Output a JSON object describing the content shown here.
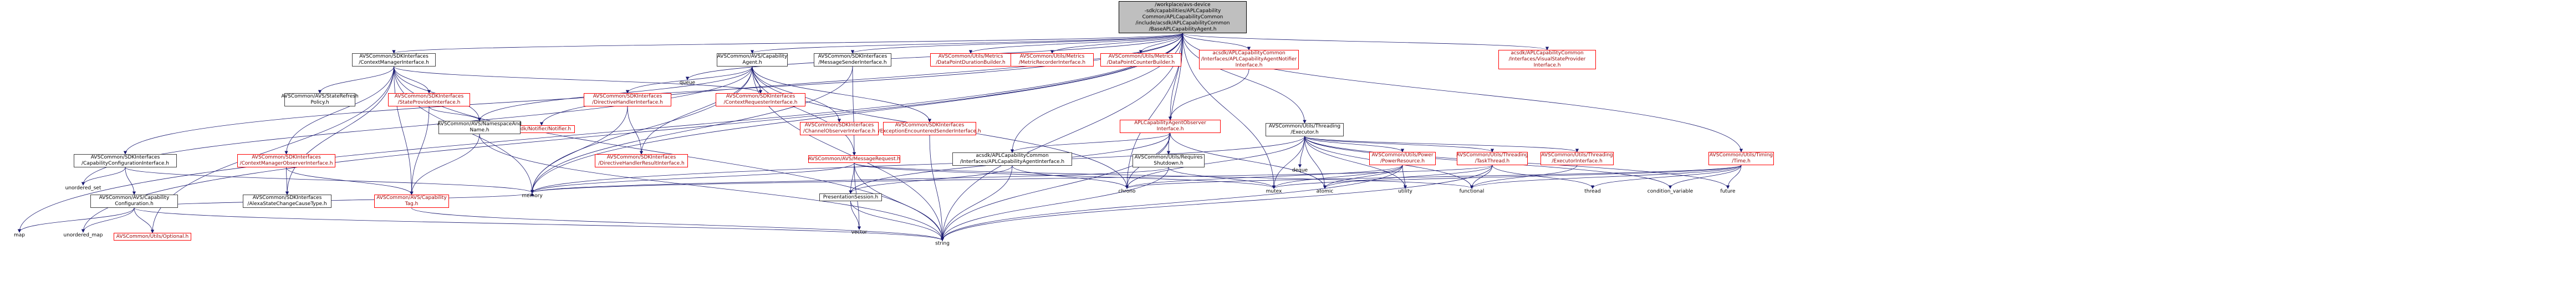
{
  "colors": {
    "edge": "#191970",
    "border_documented": "#404040",
    "border_missing": "#ff0000",
    "text_missing": "#9a0000",
    "root_fill": "#bfbfbf"
  },
  "root": {
    "id": "root",
    "label": "/workplace/avs-device\n-sdk/capabilities/APLCapability\nCommon/APLCapabilityCommon\n/include/acsdk/APLCapabilityCommon\n/BaseAPLCapabilityAgent.h"
  },
  "header_nodes": [
    {
      "id": "ctxmgr",
      "kind": "doc",
      "label": "AVSCommon/SDKInterfaces\n/ContextManagerInterface.h"
    },
    {
      "id": "capagent",
      "kind": "doc",
      "label": "AVSCommon/AVS/Capability\nAgent.h"
    },
    {
      "id": "msgsender",
      "kind": "doc",
      "label": "AVSCommon/SDKInterfaces\n/MessageSenderInterface.h"
    },
    {
      "id": "dpduration",
      "kind": "missing",
      "label": "AVSCommon/Utils/Metrics\n/DataPointDurationBuilder.h"
    },
    {
      "id": "metricrec",
      "kind": "missing",
      "label": "AVSCommon/Utils/Metrics\n/MetricRecorderInterface.h"
    },
    {
      "id": "dpcounter",
      "kind": "missing",
      "label": "AVSCommon/Utils/Metrics\n/DataPointCounterBuilder.h"
    },
    {
      "id": "aplnotifier",
      "kind": "missing",
      "label": "acsdk/APLCapabilityCommon\n/Interfaces/APLCapabilityAgentNotifier\nInterface.h"
    },
    {
      "id": "visualstate",
      "kind": "missing",
      "label": "acsdk/APLCapabilityCommon\n/Interfaces/VisualStateProvider\nInterface.h"
    },
    {
      "id": "capconfigif",
      "kind": "doc",
      "label": "AVSCommon/SDKInterfaces\n/CapabilityConfigurationInterface.h"
    },
    {
      "id": "staterefresh",
      "kind": "doc",
      "label": "AVSCommon/AVS/StateRefresh\nPolicy.h"
    },
    {
      "id": "stateprovider",
      "kind": "missing",
      "label": "AVSCommon/SDKInterfaces\n/StateProviderInterface.h"
    },
    {
      "id": "notifier",
      "kind": "missing",
      "label": "acsdk/Notifier/Notifier.h"
    },
    {
      "id": "directivehandler",
      "kind": "missing",
      "label": "AVSCommon/SDKInterfaces\n/DirectiveHandlerInterface.h"
    },
    {
      "id": "ctxrequester",
      "kind": "missing",
      "label": "AVSCommon/SDKInterfaces\n/ContextRequesterInterface.h"
    },
    {
      "id": "chanobserver",
      "kind": "missing",
      "label": "AVSCommon/SDKInterfaces\n/ChannelObserverInterface.h"
    },
    {
      "id": "excsender",
      "kind": "missing",
      "label": "AVSCommon/SDKInterfaces\n/ExceptionEncounteredSenderInterface.h"
    },
    {
      "id": "aplobserver",
      "kind": "missing",
      "label": "APLCapabilityAgentObserver\nInterface.h"
    },
    {
      "id": "executor",
      "kind": "doc",
      "label": "AVSCommon/Utils/Threading\n/Executor.h"
    },
    {
      "id": "ctxmgrobs",
      "kind": "missing",
      "label": "AVSCommon/SDKInterfaces\n/ContextManagerObserverInterface.h"
    },
    {
      "id": "nsname",
      "kind": "doc",
      "label": "AVSCommon/AVS/NamespaceAnd\nName.h"
    },
    {
      "id": "dirhandlerres",
      "kind": "missing",
      "label": "AVSCommon/SDKInterfaces\n/DirectiveHandlerResultInterface.h"
    },
    {
      "id": "avsmessage",
      "kind": "missing",
      "label": "AVSCommon/AVS/MessageRequest.h"
    },
    {
      "id": "aplcapif",
      "kind": "doc",
      "label": "acsdk/APLCapabilityCommon\n/Interfaces/APLCapabilityAgentInterface.h"
    },
    {
      "id": "reqshutdown",
      "kind": "doc",
      "label": "AVSCommon/Utils/Requires\nShutdown.h"
    },
    {
      "id": "powerres",
      "kind": "missing",
      "label": "AVSCommon/Utils/Power\n/PowerResource.h"
    },
    {
      "id": "taskthread",
      "kind": "missing",
      "label": "AVSCommon/Utils/Threading\n/TaskThread.h"
    },
    {
      "id": "execif",
      "kind": "missing",
      "label": "AVSCommon/Utils/Threading\n/ExecutorInterface.h"
    },
    {
      "id": "timing",
      "kind": "missing",
      "label": "AVSCommon/Utils/Timing\n/Time.h"
    },
    {
      "id": "capconfig",
      "kind": "doc",
      "label": "AVSCommon/AVS/Capability\nConfiguration.h"
    },
    {
      "id": "alexastate",
      "kind": "doc",
      "label": "AVSCommon/SDKInterfaces\n/AlexaStateChangeCauseType.h"
    },
    {
      "id": "captag",
      "kind": "missing",
      "label": "AVSCommon/AVS/Capability\nTag.h"
    },
    {
      "id": "presession",
      "kind": "doc",
      "label": "PresentationSession.h"
    },
    {
      "id": "optional",
      "kind": "missing",
      "label": "AVSCommon/Utils/Optional.h"
    }
  ],
  "system_headers": [
    {
      "id": "queue",
      "label": "queue"
    },
    {
      "id": "unordered_set",
      "label": "unordered_set"
    },
    {
      "id": "memory",
      "label": "memory"
    },
    {
      "id": "chrono",
      "label": "chrono"
    },
    {
      "id": "deque",
      "label": "deque"
    },
    {
      "id": "mutex",
      "label": "mutex"
    },
    {
      "id": "atomic",
      "label": "atomic"
    },
    {
      "id": "utility",
      "label": "utility"
    },
    {
      "id": "functional",
      "label": "functional"
    },
    {
      "id": "thread",
      "label": "thread"
    },
    {
      "id": "condvar",
      "label": "condition_variable"
    },
    {
      "id": "future",
      "label": "future"
    },
    {
      "id": "map",
      "label": "map"
    },
    {
      "id": "unordered_map",
      "label": "unordered_map"
    },
    {
      "id": "vector",
      "label": "vector"
    },
    {
      "id": "string",
      "label": "string"
    }
  ],
  "edges": [
    [
      "root",
      "queue"
    ],
    [
      "root",
      "ctxmgr"
    ],
    [
      "root",
      "capagent"
    ],
    [
      "root",
      "msgsender"
    ],
    [
      "root",
      "dpduration"
    ],
    [
      "root",
      "metricrec"
    ],
    [
      "root",
      "dpcounter"
    ],
    [
      "root",
      "aplnotifier"
    ],
    [
      "root",
      "visualstate"
    ],
    [
      "root",
      "capconfigif"
    ],
    [
      "root",
      "notifier"
    ],
    [
      "root",
      "executor"
    ],
    [
      "root",
      "reqshutdown"
    ],
    [
      "root",
      "timing"
    ],
    [
      "root",
      "chrono"
    ],
    [
      "root",
      "memory"
    ],
    [
      "root",
      "string"
    ],
    [
      "root",
      "unordered_map"
    ],
    [
      "root",
      "aplobserver"
    ],
    [
      "root",
      "aplcapif"
    ],
    [
      "root",
      "map"
    ],
    [
      "root",
      "mutex"
    ],
    [
      "ctxmgr",
      "staterefresh"
    ],
    [
      "ctxmgr",
      "stateprovider"
    ],
    [
      "ctxmgr",
      "ctxrequester"
    ],
    [
      "ctxmgr",
      "ctxmgrobs"
    ],
    [
      "ctxmgr",
      "nsname"
    ],
    [
      "ctxmgr",
      "memory"
    ],
    [
      "ctxmgr",
      "string"
    ],
    [
      "ctxmgr",
      "alexastate"
    ],
    [
      "ctxmgr",
      "captag"
    ],
    [
      "ctxmgr",
      "optional"
    ],
    [
      "capagent",
      "directivehandler"
    ],
    [
      "capagent",
      "ctxrequester"
    ],
    [
      "capagent",
      "chanobserver"
    ],
    [
      "capagent",
      "excsender"
    ],
    [
      "capagent",
      "dirhandlerres"
    ],
    [
      "capagent",
      "avsmessage"
    ],
    [
      "capagent",
      "memory"
    ],
    [
      "capagent",
      "string"
    ],
    [
      "capagent",
      "nsname"
    ],
    [
      "capagent",
      "unordered_set"
    ],
    [
      "capagent",
      "chrono"
    ],
    [
      "msgsender",
      "avsmessage"
    ],
    [
      "msgsender",
      "memory"
    ],
    [
      "aplnotifier",
      "aplobserver"
    ],
    [
      "capconfigif",
      "capconfig"
    ],
    [
      "capconfigif",
      "unordered_set"
    ],
    [
      "capconfigif",
      "memory"
    ],
    [
      "stateprovider",
      "nsname"
    ],
    [
      "stateprovider",
      "captag"
    ],
    [
      "directivehandler",
      "dirhandlerres"
    ],
    [
      "directivehandler",
      "memory"
    ],
    [
      "excsender",
      "string"
    ],
    [
      "aplobserver",
      "presession"
    ],
    [
      "aplobserver",
      "string"
    ],
    [
      "aplobserver",
      "chrono"
    ],
    [
      "aplobserver",
      "aplcapif"
    ],
    [
      "aplobserver",
      "atomic"
    ],
    [
      "executor",
      "deque"
    ],
    [
      "executor",
      "powerres"
    ],
    [
      "executor",
      "taskthread"
    ],
    [
      "executor",
      "execif"
    ],
    [
      "executor",
      "mutex"
    ],
    [
      "executor",
      "atomic"
    ],
    [
      "executor",
      "utility"
    ],
    [
      "executor",
      "future"
    ],
    [
      "executor",
      "functional"
    ],
    [
      "executor",
      "chrono"
    ],
    [
      "executor",
      "memory"
    ],
    [
      "executor",
      "condvar"
    ],
    [
      "ctxmgrobs",
      "captag"
    ],
    [
      "ctxmgrobs",
      "alexastate"
    ],
    [
      "nsname",
      "captag"
    ],
    [
      "nsname",
      "string"
    ],
    [
      "avsmessage",
      "presession"
    ],
    [
      "avsmessage",
      "memory"
    ],
    [
      "avsmessage",
      "string"
    ],
    [
      "avsmessage",
      "mutex"
    ],
    [
      "avsmessage",
      "vector"
    ],
    [
      "avsmessage",
      "functional"
    ],
    [
      "aplcapif",
      "presession"
    ],
    [
      "aplcapif",
      "chrono"
    ],
    [
      "aplcapif",
      "string"
    ],
    [
      "reqshutdown",
      "memory"
    ],
    [
      "reqshutdown",
      "mutex"
    ],
    [
      "reqshutdown",
      "string"
    ],
    [
      "powerres",
      "atomic"
    ],
    [
      "powerres",
      "mutex"
    ],
    [
      "powerres",
      "string"
    ],
    [
      "powerres",
      "utility"
    ],
    [
      "powerres",
      "chrono"
    ],
    [
      "taskthread",
      "atomic"
    ],
    [
      "taskthread",
      "functional"
    ],
    [
      "taskthread",
      "memory"
    ],
    [
      "taskthread",
      "string"
    ],
    [
      "taskthread",
      "thread"
    ],
    [
      "execif",
      "functional"
    ],
    [
      "timing",
      "chrono"
    ],
    [
      "timing",
      "thread"
    ],
    [
      "timing",
      "mutex"
    ],
    [
      "timing",
      "condvar"
    ],
    [
      "timing",
      "future"
    ],
    [
      "timing",
      "functional"
    ],
    [
      "capconfig",
      "map"
    ],
    [
      "capconfig",
      "unordered_map"
    ],
    [
      "capconfig",
      "optional"
    ],
    [
      "capconfig",
      "string"
    ],
    [
      "capconfig",
      "memory"
    ],
    [
      "captag",
      "string"
    ],
    [
      "presession",
      "string"
    ],
    [
      "presession",
      "vector"
    ]
  ]
}
